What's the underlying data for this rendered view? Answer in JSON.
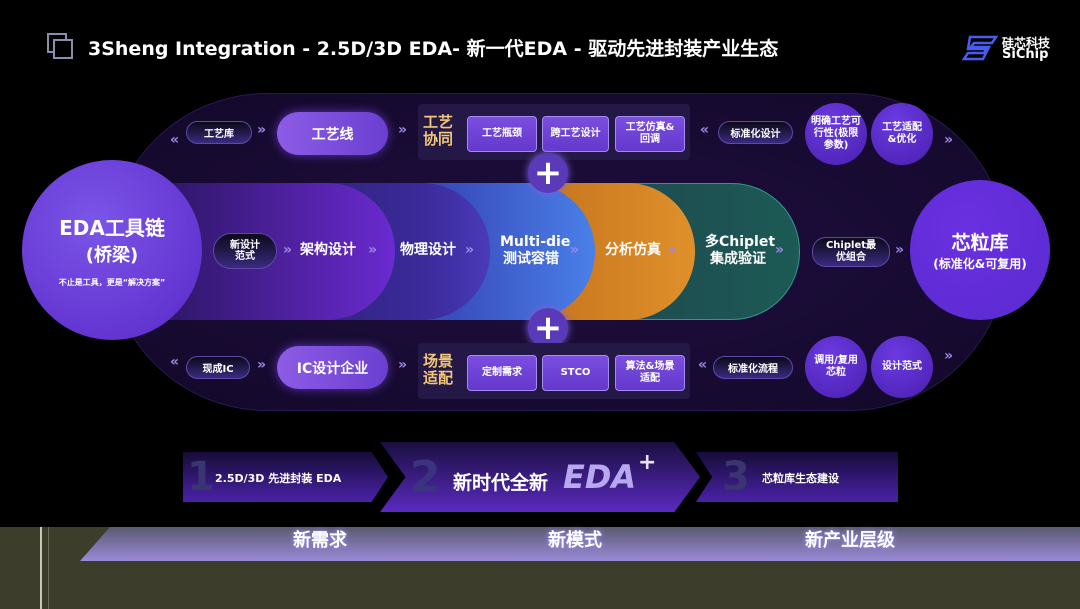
{
  "header": {
    "title": "3Sheng Integration - 2.5D/3D EDA- 新一代EDA - 驱动先进封装产业生态",
    "logo_cn": "硅芯科技",
    "logo_en": "SiChip"
  },
  "top_row": {
    "lib": "工艺库",
    "line": "工艺线",
    "group_label": "工艺协同",
    "items": [
      "工艺瓶颈",
      "跨工艺设计",
      "工艺仿真&回调"
    ],
    "std": "标准化设计",
    "circles": [
      "明确工艺可行性(极限参数)",
      "工艺适配&优化"
    ]
  },
  "center": {
    "left_title": "EDA工具链",
    "left_sub": "(桥梁)",
    "left_note": "不止是工具，更是“解决方案”",
    "paradigm": "新设计范式",
    "stages": [
      "架构设计",
      "物理设计",
      "Multi-die",
      "测试容错",
      "分析仿真",
      "多Chiplet",
      "集成验证"
    ],
    "combo": "Chiplet最优组合",
    "right_title": "芯粒库",
    "right_sub": "(标准化&可复用)"
  },
  "bottom_row": {
    "ready": "现成IC",
    "company": "IC设计企业",
    "group_label": "场景适配",
    "items": [
      "定制需求",
      "STCO",
      "算法&场景适配"
    ],
    "std": "标准化流程",
    "circles": [
      "调用/复用芯粒",
      "设计范式"
    ]
  },
  "plus": "+",
  "steps": [
    {
      "num": "1",
      "label": "2.5D/3D 先进封装 EDA"
    },
    {
      "num": "2",
      "label": "新时代全新",
      "accent": "EDA",
      "sup": "+"
    },
    {
      "num": "3",
      "label": "芯粒库生态建设"
    }
  ],
  "footer": [
    "新需求",
    "新模式",
    "新产业层级"
  ],
  "arrows": {
    "right": "»",
    "left": "«"
  }
}
